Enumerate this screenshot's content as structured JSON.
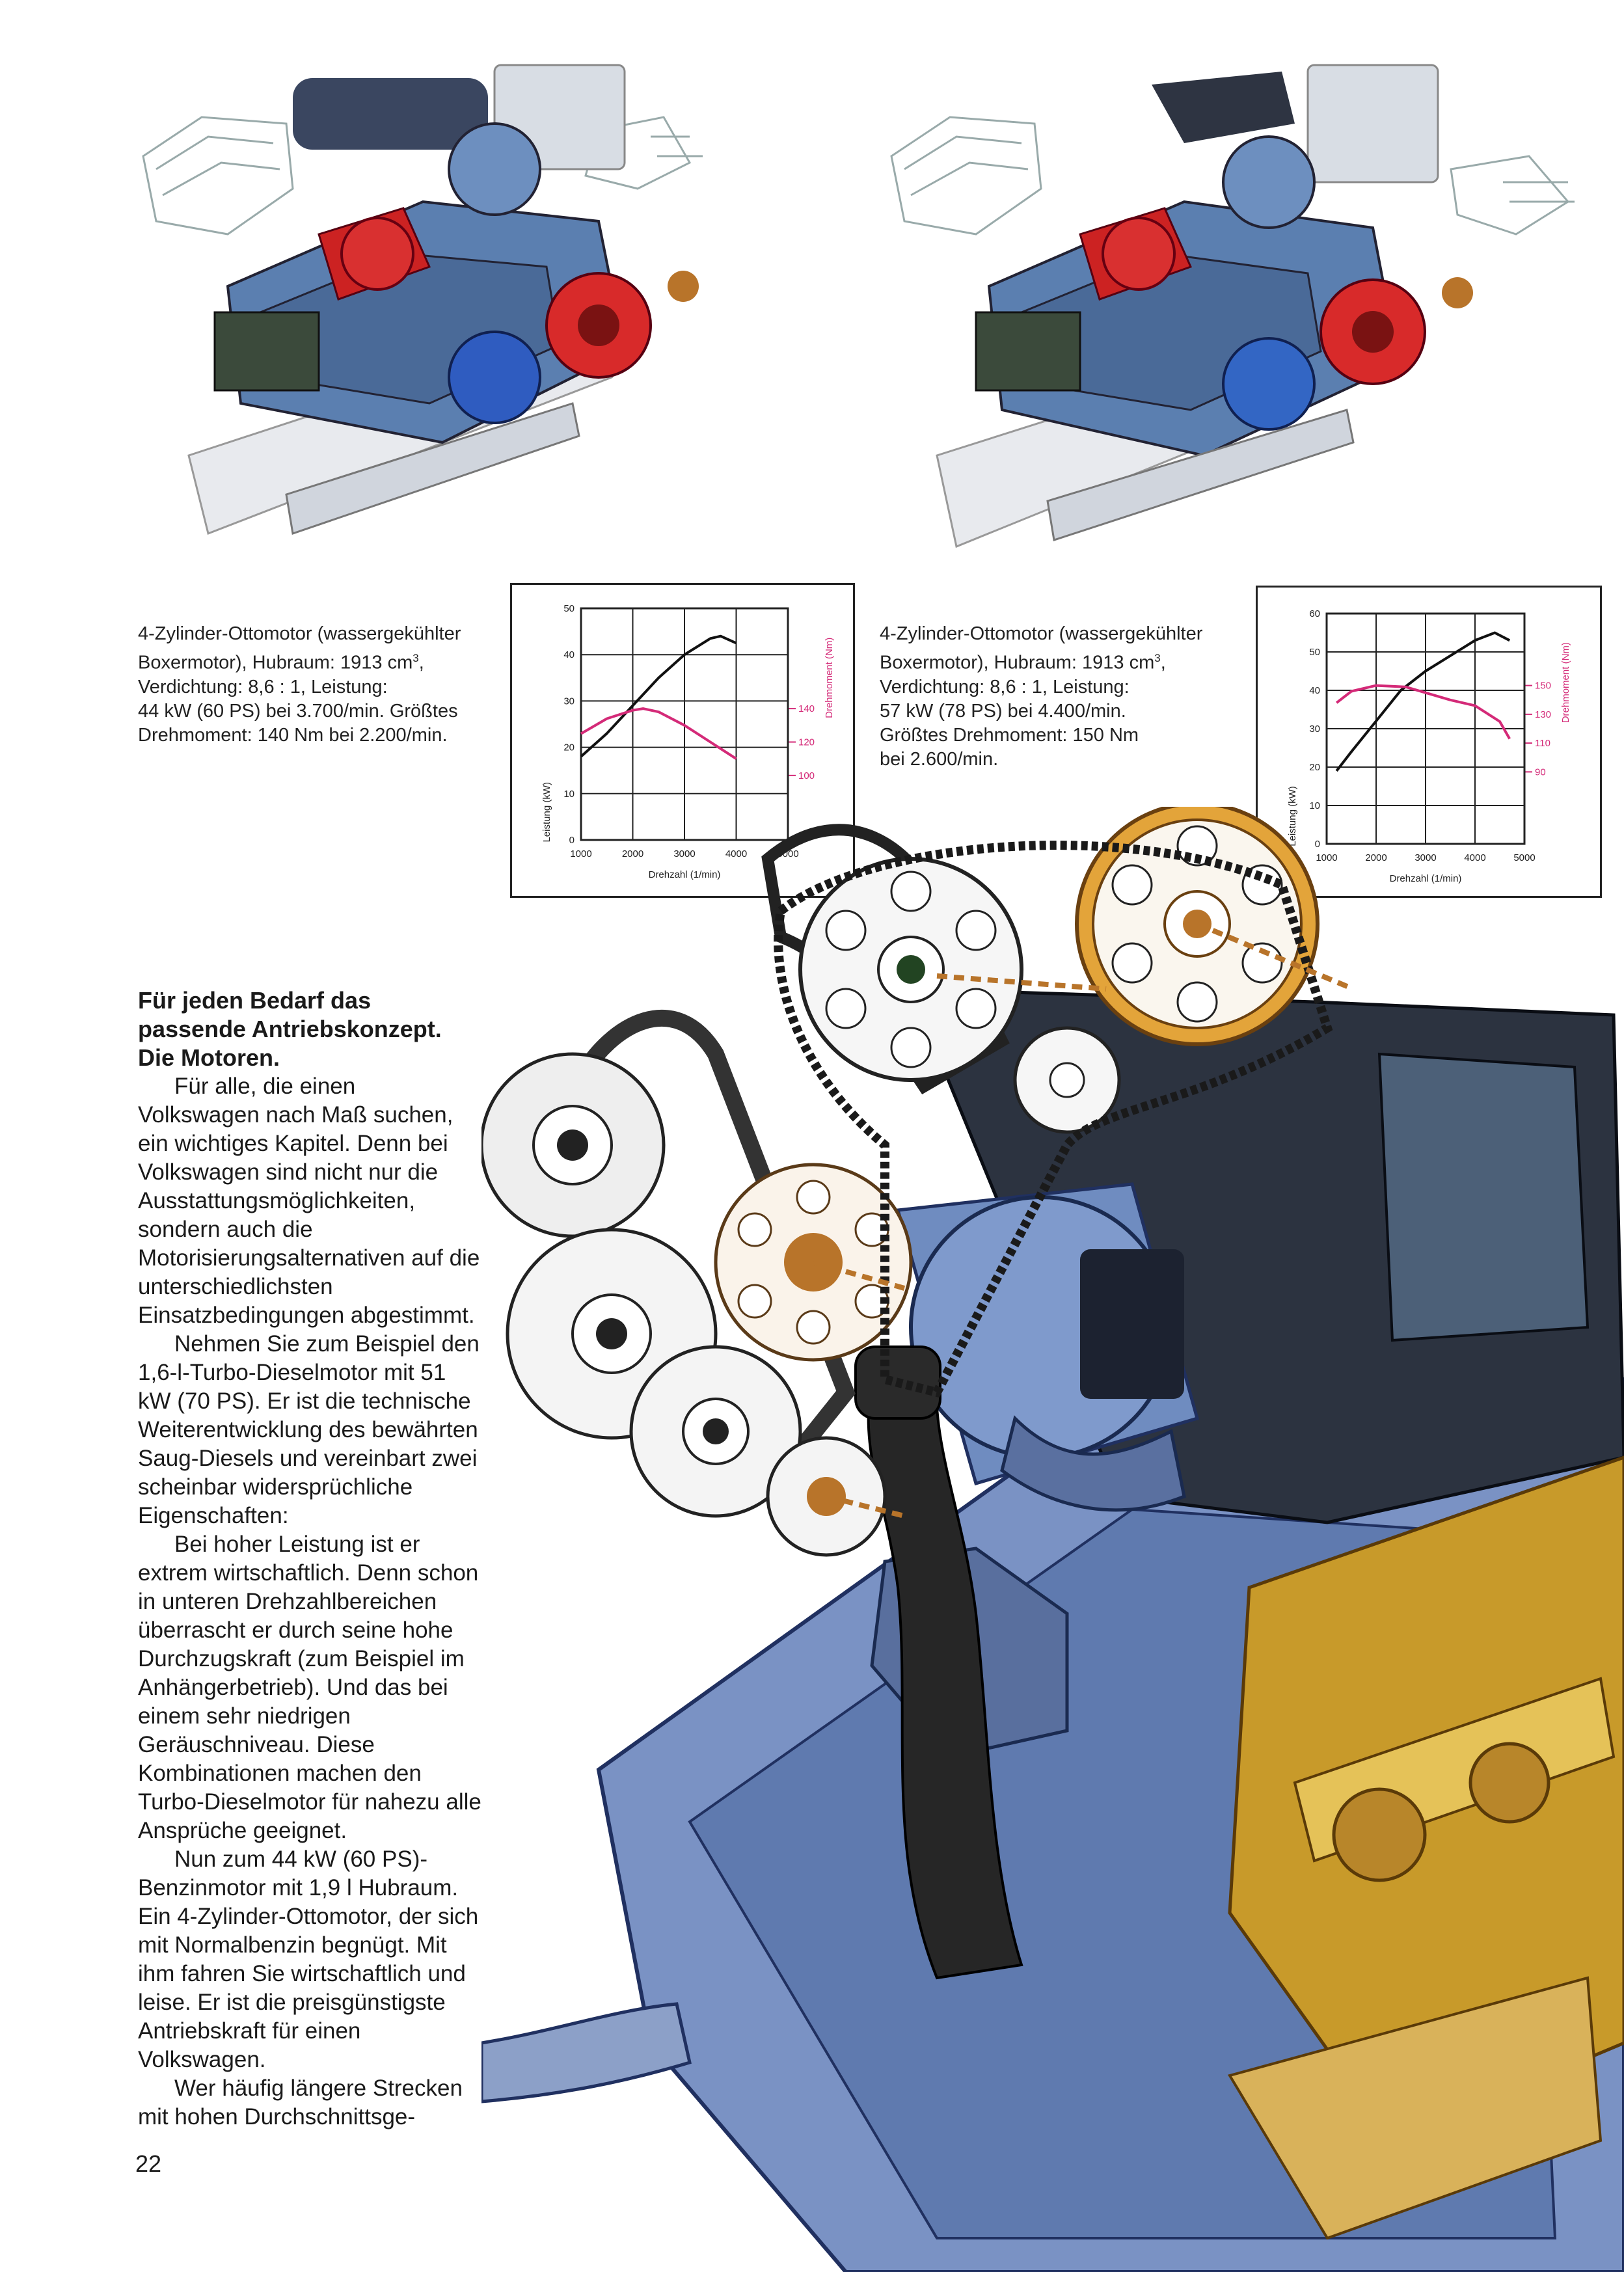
{
  "captions": {
    "left": {
      "line1": "4-Zylinder-Ottomotor (wassergekühlter",
      "line2": "Boxermotor), Hubraum: 1913 cm",
      "line2_sup": "3",
      "line2_end": ",",
      "line3": "Verdichtung: 8,6 : 1, Leistung:",
      "line4": "44 kW (60 PS) bei 3.700/min. Größtes",
      "line5": "Drehmoment: 140 Nm bei 2.200/min."
    },
    "right": {
      "line1": "4-Zylinder-Ottomotor (wassergekühlter",
      "line2": "Boxermotor), Hubraum: 1913 cm",
      "line2_sup": "3",
      "line2_end": ",",
      "line3": "Verdichtung: 8,6 : 1, Leistung:",
      "line4": "57 kW (78 PS) bei 4.400/min.",
      "line5": "Größtes Drehmoment: 150 Nm",
      "line6": "bei 2.600/min."
    }
  },
  "chart_data": [
    {
      "type": "line",
      "xlabel": "Drehzahl (1/min)",
      "ylabel": "Leistung (kW)",
      "y2label": "Drehmoment (Nm)",
      "xlim": [
        1000,
        5000
      ],
      "ylim": [
        0,
        50
      ],
      "x_ticks": [
        "1000",
        "2000",
        "3000",
        "4000",
        "5000"
      ],
      "y_ticks": [
        "0",
        "10",
        "20",
        "30",
        "40",
        "50"
      ],
      "y2_ticks": [
        "100",
        "120",
        "140"
      ],
      "grid": true,
      "series": [
        {
          "color": "#111111",
          "axis": "left",
          "x": [
            1000,
            1500,
            2000,
            2500,
            3000,
            3500,
            3700,
            4000
          ],
          "y": [
            18,
            23,
            29,
            35,
            40,
            43.5,
            44,
            42.5
          ]
        },
        {
          "color": "#d42a78",
          "axis": "right",
          "x": [
            1000,
            1500,
            2000,
            2200,
            2500,
            3000,
            3500,
            4000
          ],
          "y": [
            125,
            134,
            139,
            140,
            138,
            130,
            120,
            110
          ]
        }
      ]
    },
    {
      "type": "line",
      "xlabel": "Drehzahl (1/min)",
      "ylabel": "Leistung (kW)",
      "y2label": "Drehmoment (Nm)",
      "xlim": [
        1000,
        5000
      ],
      "ylim": [
        0,
        60
      ],
      "x_ticks": [
        "1000",
        "2000",
        "3000",
        "4000",
        "5000"
      ],
      "y_ticks": [
        "0",
        "10",
        "20",
        "30",
        "40",
        "50",
        "60"
      ],
      "y2_ticks": [
        "90",
        "110",
        "130",
        "150"
      ],
      "grid": true,
      "series": [
        {
          "color": "#111111",
          "axis": "left",
          "x": [
            1200,
            1500,
            2000,
            2500,
            3000,
            3500,
            4000,
            4400,
            4700
          ],
          "y": [
            19,
            24,
            32,
            40,
            45,
            49,
            53,
            55,
            53
          ]
        },
        {
          "color": "#d42a78",
          "axis": "right",
          "x": [
            1200,
            1500,
            2000,
            2600,
            3000,
            3500,
            4000,
            4500,
            4700
          ],
          "y": [
            138,
            146,
            150,
            149,
            145,
            140,
            136,
            125,
            113
          ]
        }
      ]
    }
  ],
  "article": {
    "heading": "Für jeden Bedarf das passende Antriebskonzept. Die Motoren.",
    "paragraphs": [
      "Für alle, die einen Volkswagen nach Maß suchen, ein wichtiges Kapitel. Denn bei Volkswagen sind nicht nur die Ausstattungsmöglichkeiten, sondern auch die Motorisierungsalternativen auf die unterschiedlichsten Einsatzbedingungen abgestimmt.",
      "Nehmen Sie zum Beispiel den 1,6-l-Turbo-Dieselmotor mit 51 kW (70 PS). Er ist die technische Weiterentwicklung des bewährten Saug-Diesels und vereinbart zwei scheinbar widersprüchliche Eigenschaften:",
      "Bei hoher Leistung ist er extrem wirtschaftlich. Denn schon in unteren Drehzahlbereichen überrascht er durch seine hohe Durchzugskraft (zum Beispiel im Anhängerbetrieb). Und das bei einem sehr niedrigen Geräuschniveau. Diese Kombinationen machen den Turbo-Dieselmotor für nahezu alle Ansprüche geeignet.",
      "Nun zum 44 kW (60 PS)-Benzinmotor mit 1,9 l Hubraum. Ein 4-Zylinder-Ottomotor, der sich mit Normalbenzin begnügt. Mit ihm fahren Sie wirtschaftlich und leise. Er ist die preisgünstigste Antriebskraft für einen Volkswagen.",
      "Wer häufig längere Strecken mit hohen Durchschnittsge-"
    ]
  },
  "page_number": "22",
  "colors": {
    "torque_curve": "#d42a78",
    "power_curve": "#111111",
    "engine_blue": "#5b7fb0",
    "engine_red": "#cc2222",
    "pulley_bronze": "#b8742a"
  }
}
